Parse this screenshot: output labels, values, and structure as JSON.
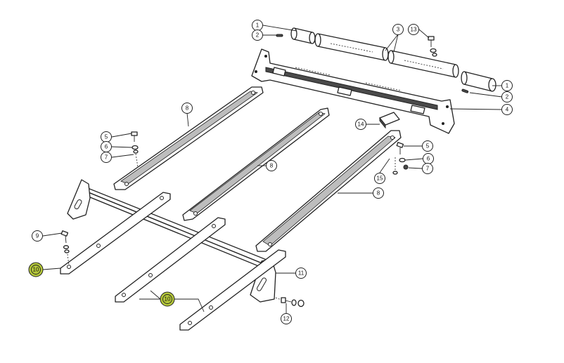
{
  "diagram": {
    "callouts": [
      {
        "label": "1",
        "highlight": false
      },
      {
        "label": "2",
        "highlight": false
      },
      {
        "label": "3",
        "highlight": false
      },
      {
        "label": "13",
        "highlight": false
      },
      {
        "label": "1",
        "highlight": false
      },
      {
        "label": "2",
        "highlight": false
      },
      {
        "label": "4",
        "highlight": false
      },
      {
        "label": "8",
        "highlight": false
      },
      {
        "label": "8",
        "highlight": false
      },
      {
        "label": "8",
        "highlight": false
      },
      {
        "label": "14",
        "highlight": false
      },
      {
        "label": "5",
        "highlight": false
      },
      {
        "label": "6",
        "highlight": false
      },
      {
        "label": "7",
        "highlight": false
      },
      {
        "label": "5",
        "highlight": false
      },
      {
        "label": "6",
        "highlight": false
      },
      {
        "label": "7",
        "highlight": false
      },
      {
        "label": "15",
        "highlight": false
      },
      {
        "label": "9",
        "highlight": false
      },
      {
        "label": "10",
        "highlight": true
      },
      {
        "label": "10",
        "highlight": true
      },
      {
        "label": "11",
        "highlight": false
      },
      {
        "label": "12",
        "highlight": false
      }
    ],
    "highlight_color": "#b6c93a"
  }
}
